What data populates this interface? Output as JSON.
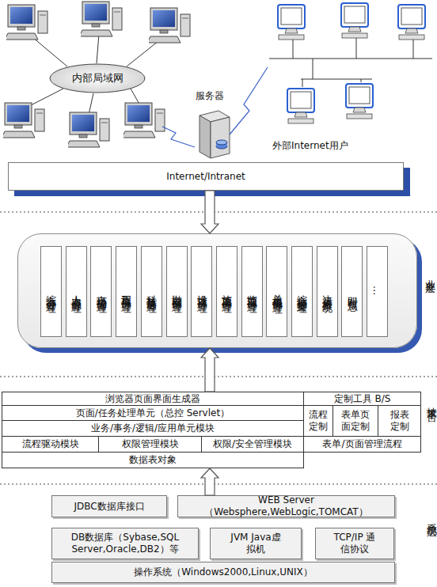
{
  "diagram": {
    "nodes": [
      {
        "text": [
          "内部局域网"
        ]
      },
      {
        "text": [
          "Internet/Intranet"
        ]
      },
      {
        "text": [
          "业务层"
        ]
      },
      {
        "text": [
          "综合办公管理"
        ],
        "in": 2
      },
      {
        "text": [
          "人力资源管理"
        ],
        "in": 2
      },
      {
        "text": [
          "市场经营管理"
        ],
        "in": 2
      },
      {
        "text": [
          "工程项目管理"
        ],
        "in": 2
      },
      {
        "text": [
          "科技质量管理"
        ],
        "in": 2
      },
      {
        "text": [
          "勘察项目管理"
        ],
        "in": 2
      },
      {
        "text": [
          "设计项目管理"
        ],
        "in": 2
      },
      {
        "text": [
          "施工项目管理"
        ],
        "in": 2
      },
      {
        "text": [
          "监理项目管理"
        ],
        "in": 2
      },
      {
        "text": [
          "总承包项目管理"
        ],
        "in": 2
      },
      {
        "text": [
          "综合档案管理"
        ],
        "in": 2
      },
      {
        "text": [
          "决策分析系统"
        ],
        "in": 2
      },
      {
        "text": [
          "即时信息"
        ],
        "in": 2
      },
      {
        "text": [
          "…"
        ],
        "in": 2
      },
      {
        "text": [
          "技术平台"
        ]
      },
      {
        "text": [
          "浏览器页面界面生成器"
        ],
        "in": 17
      },
      {
        "text": [
          "定制工具 B/S"
        ],
        "in": 17
      },
      {
        "text": [
          "页面/任务处理单元（总控 Servlet）"
        ],
        "in": 17
      },
      {
        "text": [
          "流程定制"
        ],
        "in": 17
      },
      {
        "text": [
          "表单页面定制"
        ],
        "in": 17
      },
      {
        "text": [
          "报表定制"
        ],
        "in": 17
      },
      {
        "text": [
          "业务/事务/逻辑/应用单元模块"
        ],
        "in": 17
      },
      {
        "text": [
          "流程驱动模块"
        ],
        "in": 17
      },
      {
        "text": [
          "权限管理模块"
        ],
        "in": 17
      },
      {
        "text": [
          "权限/安全管理模块"
        ],
        "in": 17
      },
      {
        "text": [
          "表单/页面管理流程"
        ],
        "in": 17
      },
      {
        "text": [
          "数据表对象"
        ],
        "in": 17
      },
      {
        "text": [
          "JDBC数据库接口"
        ]
      },
      {
        "text": [
          "WEB Server（Websphere,WebLogic,TOMCAT）"
        ]
      },
      {
        "text": [
          "DB数据库（Sybase,SQL Server,Oracle,DB2）等"
        ]
      },
      {
        "text": [
          "JVM Java虚拟机"
        ]
      },
      {
        "text": [
          "TCP/IP 通信协议"
        ]
      },
      {
        "text": [
          "操作系统（Windows2000,Linux,UNIX）"
        ]
      }
    ],
    "edges": [
      {
        "from": 1,
        "to": 2,
        "arrow": "to"
      },
      {
        "from": 17,
        "to": 2,
        "arrow": "to"
      },
      {
        "from": 31,
        "to": 17,
        "arrow": "to"
      }
    ],
    "labels": [
      "服务器",
      "外部Internet用户",
      "系统层"
    ]
  }
}
